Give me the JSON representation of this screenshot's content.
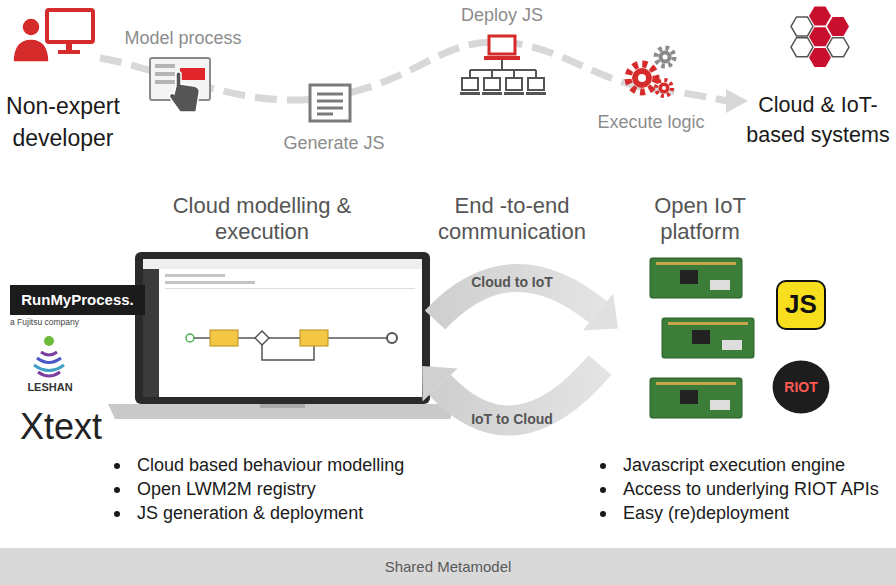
{
  "diagram": {
    "nodes": [
      {
        "text": [
          "RunMyProcess.",
          "a Fujitsu company"
        ]
      },
      {
        "text": [
          "JS"
        ]
      },
      {
        "text": [
          "RIOT"
        ]
      },
      {
        "text": [
          "Shared Metamodel"
        ]
      }
    ],
    "labels": [
      "Model process",
      "Deploy JS",
      "Non-expert developer",
      "Generate JS",
      "Execute logic",
      "Cloud & IoT-based systems",
      "Cloud modelling & execution",
      "End -to-end communication",
      "Open IoT platform",
      "Cloud to IoT",
      "LESHAN",
      "Xtext",
      "IoT to Cloud",
      "Cloud based behaviour modelling",
      "Open LWM2M registry",
      "JS generation & deployment",
      "Javascript execution engine",
      "Access to underlying RIOT APIs",
      "Easy (re)deployment"
    ]
  }
}
